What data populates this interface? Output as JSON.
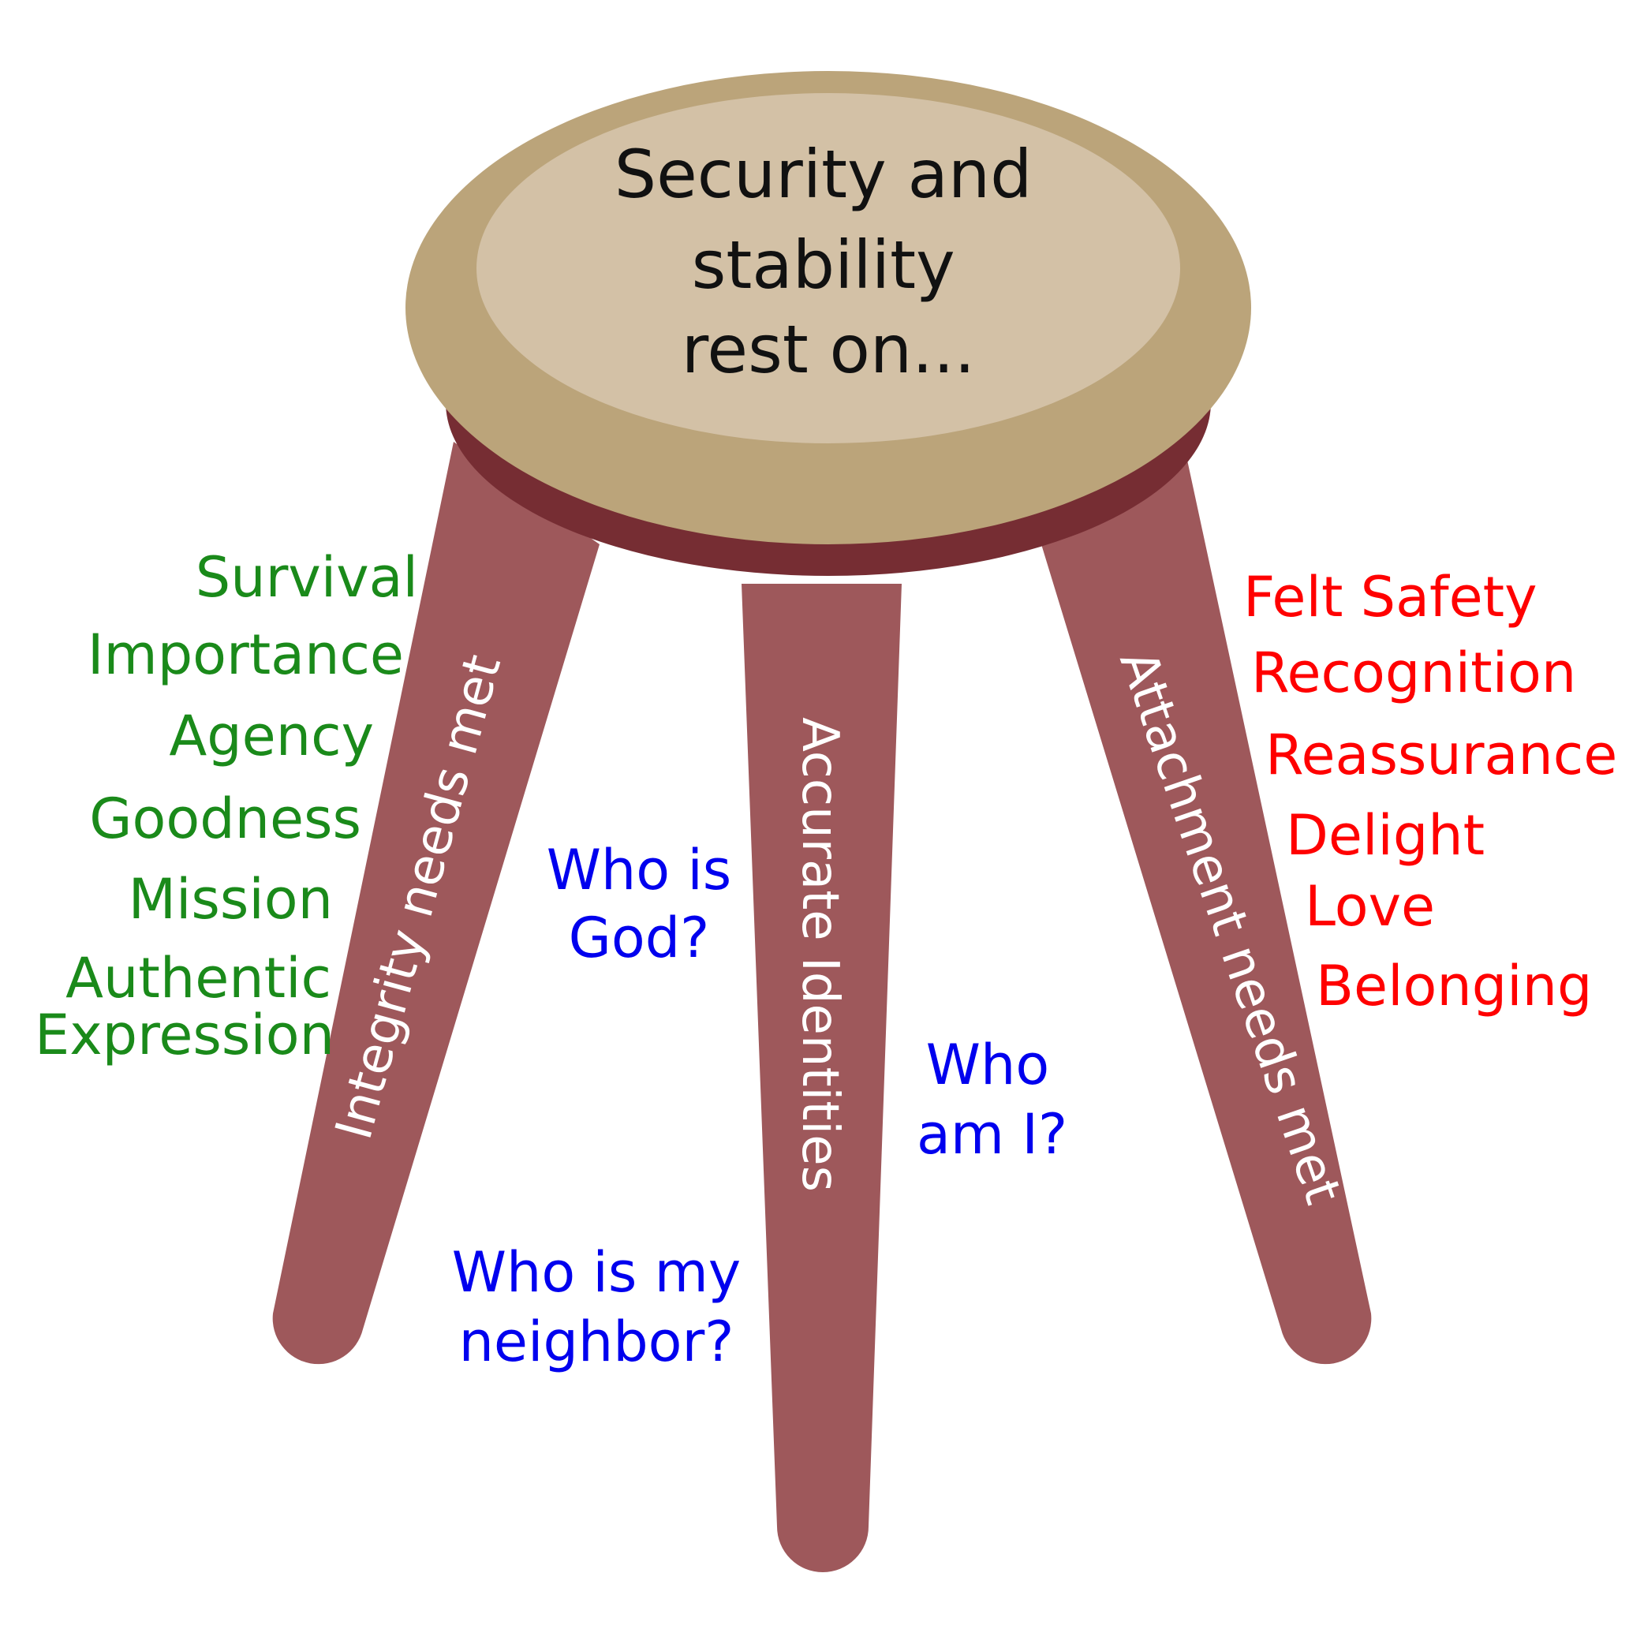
{
  "seat": {
    "lines": [
      "Security and",
      "stability",
      "rest on..."
    ]
  },
  "legs": {
    "left": "Integrity needs met",
    "middle": "Accurate Identities",
    "right": "Attachment needs met"
  },
  "integrity_needs": [
    "Survival",
    "Importance",
    "Agency",
    "Goodness",
    "Mission",
    "Authentic",
    "Expression"
  ],
  "attachment_needs": [
    "Felt Safety",
    "Recognition",
    "Reassurance",
    "Delight",
    "Love",
    "Belonging"
  ],
  "identity_questions": {
    "god": [
      "Who is",
      "God?"
    ],
    "self": [
      "Who",
      "am I?"
    ],
    "neighbor": [
      "Who is my",
      "neighbor?"
    ]
  },
  "colors": {
    "seat_rim": "#bba47a",
    "seat_center": "#d3c1a6",
    "seat_underside": "#762d33",
    "legs": "#9e585b",
    "integrity_text": "#1a8a1a",
    "attachment_text": "#ff0000",
    "question_text": "#0000ee"
  }
}
